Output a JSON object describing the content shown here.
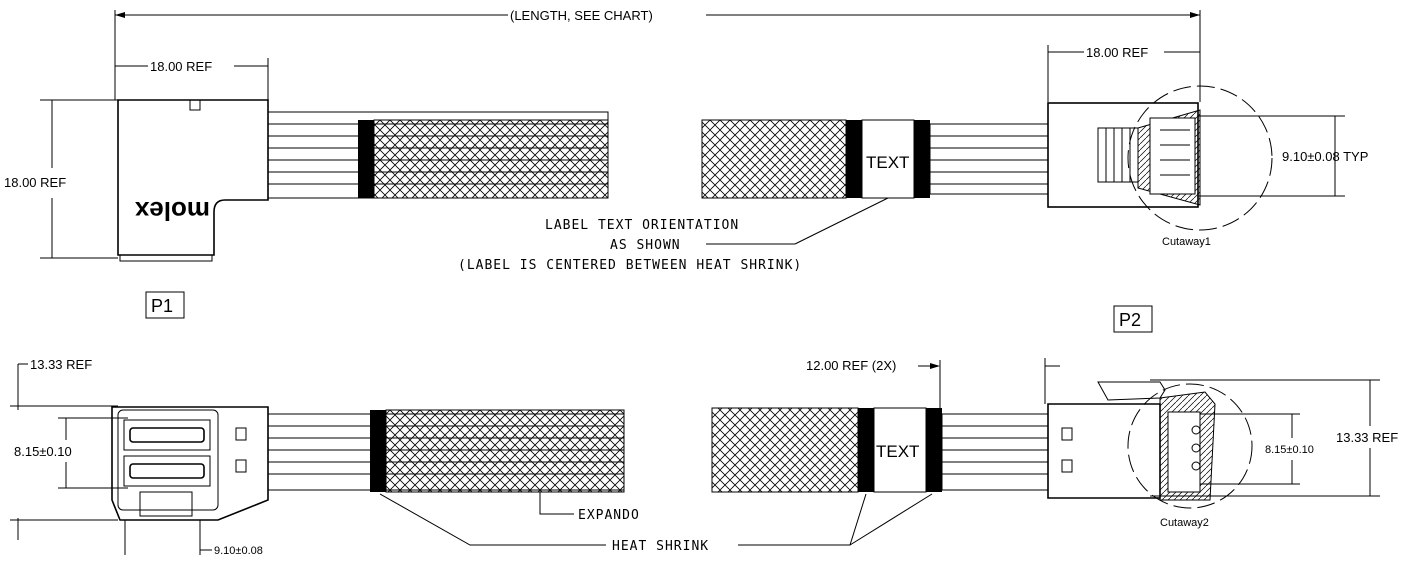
{
  "top_view": {
    "length_label": "(LENGTH, SEE CHART)",
    "p1_ref": "18.00 REF",
    "p1_height": "18.00 REF",
    "p2_ref": "18.00 REF",
    "p2_typ": "9.10±0.08  TYP",
    "brand": "molex",
    "label_text": "TEXT",
    "note_line1": "LABEL TEXT ORIENTATION",
    "note_line2": "AS SHOWN",
    "note_line3": "(LABEL IS CENTERED BETWEEN HEAT SHRINK)",
    "cutaway1": "Cutaway1"
  },
  "markers": {
    "p1": "P1",
    "p2": "P2"
  },
  "bottom_view": {
    "p1_ref": "13.33 REF",
    "p1_pitch": "8.15±0.10",
    "p1_width": "9.10±0.08",
    "expando": "EXPANDO",
    "heat_shrink": "HEAT SHRINK",
    "shrink_ref": "12.00 REF (2X)",
    "label_text": "TEXT",
    "p2_pitch": "8.15±0.10",
    "p2_ref": "13.33 REF",
    "cutaway2": "Cutaway2"
  }
}
